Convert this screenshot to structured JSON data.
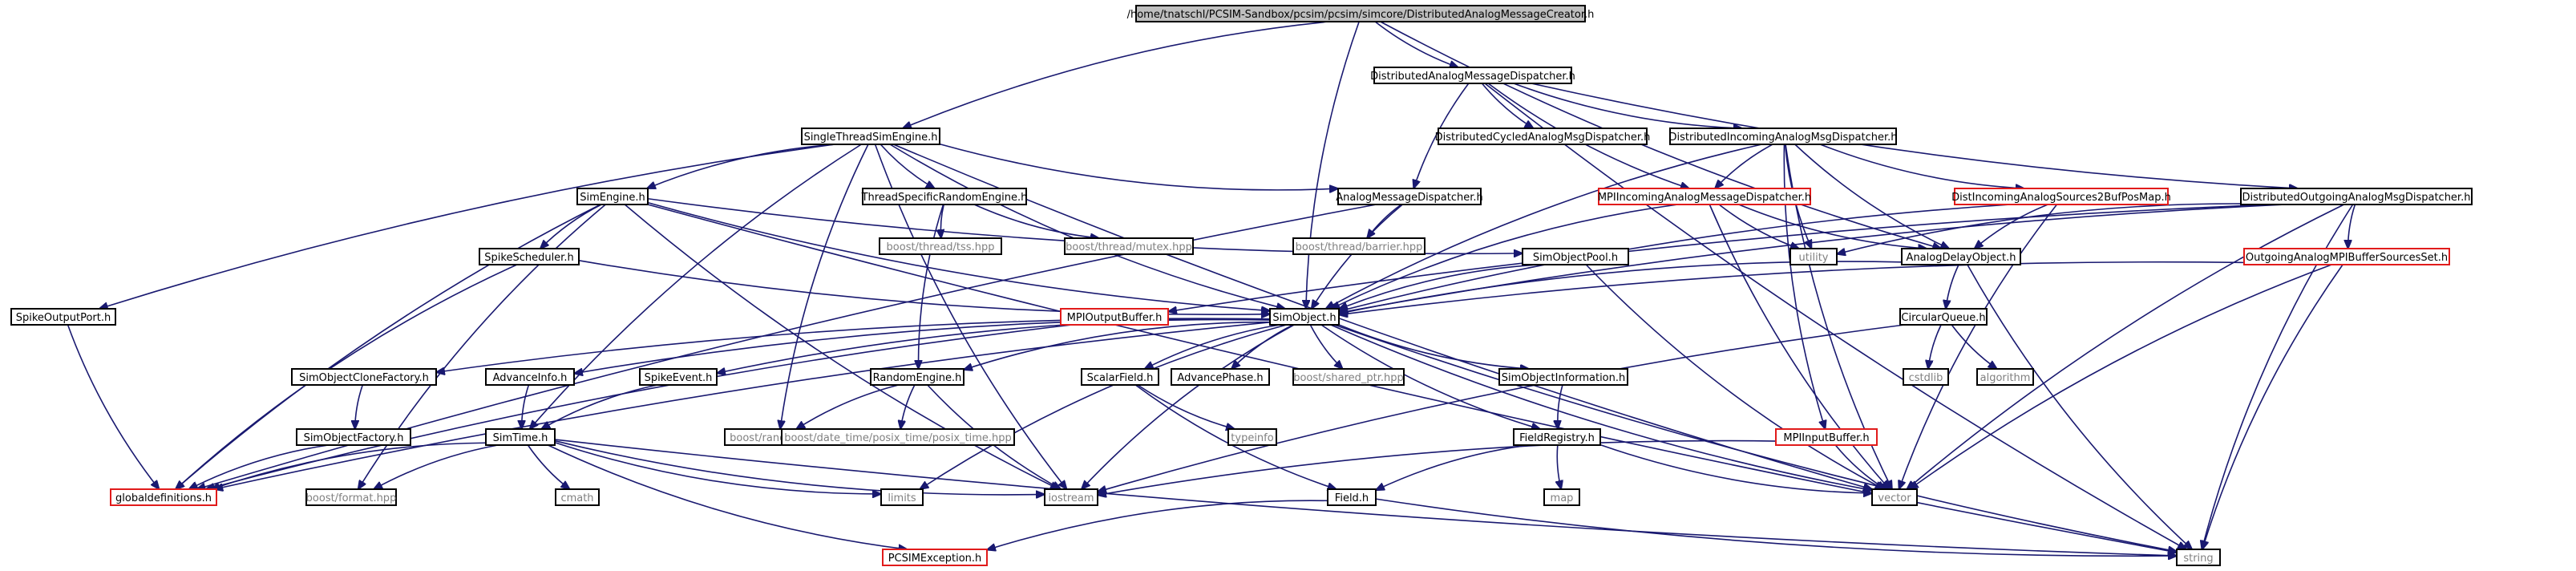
{
  "diagram": {
    "title": "/home/tnatschl/PCSIM-Sandbox/pcsim/pcsim/simcore/DistributedAnalogMessageCreator.h",
    "colors": {
      "edge": "#191970",
      "root_fill": "#bfbfbf",
      "missing_border": "#e11b1b",
      "system_text": "#808080"
    },
    "nodes": [
      {
        "id": "root",
        "label": "/home/tnatschl/PCSIM-Sandbox/pcsim/pcsim/simcore/DistributedAnalogMessageCreator.h",
        "style": "root"
      },
      {
        "id": "damd",
        "label": "DistributedAnalogMessageDispatcher.h",
        "style": "normal"
      },
      {
        "id": "stse",
        "label": "SingleThreadSimEngine.h",
        "style": "normal"
      },
      {
        "id": "dcamd",
        "label": "DistributedCycledAnalogMsgDispatcher.h",
        "style": "normal"
      },
      {
        "id": "diamd",
        "label": "DistributedIncomingAnalogMsgDispatcher.h",
        "style": "normal"
      },
      {
        "id": "simengine",
        "label": "SimEngine.h",
        "style": "normal"
      },
      {
        "id": "tsre",
        "label": "ThreadSpecificRandomEngine.h",
        "style": "normal"
      },
      {
        "id": "amd",
        "label": "AnalogMessageDispatcher.h",
        "style": "normal"
      },
      {
        "id": "miamd",
        "label": "MPIIncomingAnalogMessageDispatcher.h",
        "style": "red"
      },
      {
        "id": "dias2bpm",
        "label": "DistIncomingAnalogSources2BufPosMap.h",
        "style": "red"
      },
      {
        "id": "doamd",
        "label": "DistributedOutgoingAnalogMsgDispatcher.h",
        "style": "normal"
      },
      {
        "id": "bthtss",
        "label": "boost/thread/tss.hpp",
        "style": "system"
      },
      {
        "id": "bthmutex",
        "label": "boost/thread/mutex.hpp",
        "style": "system"
      },
      {
        "id": "bthbarrier",
        "label": "boost/thread/barrier.hpp",
        "style": "system"
      },
      {
        "id": "spikesched",
        "label": "SpikeScheduler.h",
        "style": "normal"
      },
      {
        "id": "simobjpool",
        "label": "SimObjectPool.h",
        "style": "normal"
      },
      {
        "id": "utility",
        "label": "utility",
        "style": "system"
      },
      {
        "id": "analogdelay",
        "label": "AnalogDelayObject.h",
        "style": "normal"
      },
      {
        "id": "oampibss",
        "label": "OutgoingAnalogMPIBufferSourcesSet.h",
        "style": "red"
      },
      {
        "id": "spikeout",
        "label": "SpikeOutputPort.h",
        "style": "normal"
      },
      {
        "id": "mpiout",
        "label": "MPIOutputBuffer.h",
        "style": "red"
      },
      {
        "id": "simobject",
        "label": "SimObject.h",
        "style": "normal"
      },
      {
        "id": "circq",
        "label": "CircularQueue.h",
        "style": "normal"
      },
      {
        "id": "socf",
        "label": "SimObjectCloneFactory.h",
        "style": "normal"
      },
      {
        "id": "advinfo",
        "label": "AdvanceInfo.h",
        "style": "normal"
      },
      {
        "id": "spikeevent",
        "label": "SpikeEvent.h",
        "style": "normal"
      },
      {
        "id": "randeng",
        "label": "RandomEngine.h",
        "style": "normal"
      },
      {
        "id": "scalar",
        "label": "ScalarField.h",
        "style": "normal"
      },
      {
        "id": "advphase",
        "label": "AdvancePhase.h",
        "style": "normal"
      },
      {
        "id": "bshared",
        "label": "boost/shared_ptr.hpp",
        "style": "system"
      },
      {
        "id": "soinfo",
        "label": "SimObjectInformation.h",
        "style": "normal"
      },
      {
        "id": "cstdlib",
        "label": "cstdlib",
        "style": "system"
      },
      {
        "id": "algorithm",
        "label": "algorithm",
        "style": "system"
      },
      {
        "id": "sofactory",
        "label": "SimObjectFactory.h",
        "style": "normal"
      },
      {
        "id": "simtime",
        "label": "SimTime.h",
        "style": "normal"
      },
      {
        "id": "brandom",
        "label": "boost/random.hpp",
        "style": "system"
      },
      {
        "id": "bdate",
        "label": "boost/date_time/posix_time/posix_time.hpp",
        "style": "system"
      },
      {
        "id": "typeinfo",
        "label": "typeinfo",
        "style": "system"
      },
      {
        "id": "fieldreg",
        "label": "FieldRegistry.h",
        "style": "normal"
      },
      {
        "id": "mpiin",
        "label": "MPIInputBuffer.h",
        "style": "red"
      },
      {
        "id": "globaldefs",
        "label": "globaldefinitions.h",
        "style": "red"
      },
      {
        "id": "bformat",
        "label": "boost/format.hpp",
        "style": "system"
      },
      {
        "id": "cmath",
        "label": "cmath",
        "style": "system"
      },
      {
        "id": "limits",
        "label": "limits",
        "style": "system"
      },
      {
        "id": "iostream",
        "label": "iostream",
        "style": "system"
      },
      {
        "id": "map",
        "label": "map",
        "style": "system"
      },
      {
        "id": "vector",
        "label": "vector",
        "style": "system"
      },
      {
        "id": "field",
        "label": "Field.h",
        "style": "normal"
      },
      {
        "id": "pcsimexc",
        "label": "PCSIMException.h",
        "style": "red"
      },
      {
        "id": "string",
        "label": "string",
        "style": "system"
      }
    ],
    "edges": [
      [
        "root",
        "damd"
      ],
      [
        "root",
        "stse"
      ],
      [
        "root",
        "simobject"
      ],
      [
        "root",
        "analogdelay"
      ],
      [
        "damd",
        "dcamd"
      ],
      [
        "damd",
        "diamd"
      ],
      [
        "damd",
        "amd"
      ],
      [
        "damd",
        "miamd"
      ],
      [
        "damd",
        "doamd"
      ],
      [
        "damd",
        "string"
      ],
      [
        "stse",
        "spikeout"
      ],
      [
        "stse",
        "simengine"
      ],
      [
        "stse",
        "tsre"
      ],
      [
        "stse",
        "amd"
      ],
      [
        "stse",
        "simobject"
      ],
      [
        "stse",
        "simtime"
      ],
      [
        "stse",
        "brandom"
      ],
      [
        "stse",
        "iostream"
      ],
      [
        "stse",
        "vector"
      ],
      [
        "diamd",
        "miamd"
      ],
      [
        "diamd",
        "dias2bpm"
      ],
      [
        "diamd",
        "utility"
      ],
      [
        "diamd",
        "analogdelay"
      ],
      [
        "diamd",
        "simobject"
      ],
      [
        "diamd",
        "mpiin"
      ],
      [
        "diamd",
        "vector"
      ],
      [
        "simengine",
        "spikesched"
      ],
      [
        "simengine",
        "simobjpool"
      ],
      [
        "simengine",
        "simobject"
      ],
      [
        "simengine",
        "globaldefs"
      ],
      [
        "simengine",
        "bformat"
      ],
      [
        "simengine",
        "iostream"
      ],
      [
        "simengine",
        "string"
      ],
      [
        "tsre",
        "bthtss"
      ],
      [
        "tsre",
        "bthmutex"
      ],
      [
        "tsre",
        "randeng"
      ],
      [
        "amd",
        "bthbarrier"
      ],
      [
        "amd",
        "simobject"
      ],
      [
        "amd",
        "globaldefs"
      ],
      [
        "miamd",
        "utility"
      ],
      [
        "miamd",
        "analogdelay"
      ],
      [
        "miamd",
        "simobject"
      ],
      [
        "miamd",
        "vector"
      ],
      [
        "dias2bpm",
        "analogdelay"
      ],
      [
        "dias2bpm",
        "simobject"
      ],
      [
        "dias2bpm",
        "vector"
      ],
      [
        "doamd",
        "oampibss"
      ],
      [
        "doamd",
        "utility"
      ],
      [
        "doamd",
        "simobject"
      ],
      [
        "doamd",
        "mpiout"
      ],
      [
        "doamd",
        "vector"
      ],
      [
        "doamd",
        "string"
      ],
      [
        "spikesched",
        "simobject"
      ],
      [
        "spikesched",
        "globaldefs"
      ],
      [
        "simobjpool",
        "simobject"
      ],
      [
        "simobjpool",
        "vector"
      ],
      [
        "analogdelay",
        "circq"
      ],
      [
        "analogdelay",
        "simobject"
      ],
      [
        "analogdelay",
        "string"
      ],
      [
        "oampibss",
        "simobject"
      ],
      [
        "oampibss",
        "vector"
      ],
      [
        "oampibss",
        "string"
      ],
      [
        "spikeout",
        "globaldefs"
      ],
      [
        "mpiout",
        "globaldefs"
      ],
      [
        "simobject",
        "socf"
      ],
      [
        "simobject",
        "advinfo"
      ],
      [
        "simobject",
        "spikeevent"
      ],
      [
        "simobject",
        "randeng"
      ],
      [
        "simobject",
        "scalar"
      ],
      [
        "simobject",
        "advphase"
      ],
      [
        "simobject",
        "bshared"
      ],
      [
        "simobject",
        "soinfo"
      ],
      [
        "simobject",
        "fieldreg"
      ],
      [
        "simobject",
        "globaldefs"
      ],
      [
        "simobject",
        "iostream"
      ],
      [
        "simobject",
        "limits"
      ],
      [
        "simobject",
        "vector"
      ],
      [
        "simobject",
        "string"
      ],
      [
        "circq",
        "cstdlib"
      ],
      [
        "circq",
        "algorithm"
      ],
      [
        "circq",
        "iostream"
      ],
      [
        "socf",
        "sofactory"
      ],
      [
        "sofactory",
        "globaldefs"
      ],
      [
        "advinfo",
        "simtime"
      ],
      [
        "spikeevent",
        "simtime"
      ],
      [
        "randeng",
        "brandom"
      ],
      [
        "randeng",
        "bdate"
      ],
      [
        "randeng",
        "iostream"
      ],
      [
        "scalar",
        "typeinfo"
      ],
      [
        "scalar",
        "field"
      ],
      [
        "soinfo",
        "fieldreg"
      ],
      [
        "simtime",
        "globaldefs"
      ],
      [
        "simtime",
        "bformat"
      ],
      [
        "simtime",
        "cmath"
      ],
      [
        "simtime",
        "limits"
      ],
      [
        "simtime",
        "iostream"
      ],
      [
        "simtime",
        "pcsimexc"
      ],
      [
        "simtime",
        "string"
      ],
      [
        "fieldreg",
        "map"
      ],
      [
        "fieldreg",
        "vector"
      ],
      [
        "fieldreg",
        "field"
      ],
      [
        "mpiin",
        "iostream"
      ],
      [
        "mpiin",
        "vector"
      ],
      [
        "field",
        "pcsimexc"
      ],
      [
        "field",
        "string"
      ]
    ]
  }
}
